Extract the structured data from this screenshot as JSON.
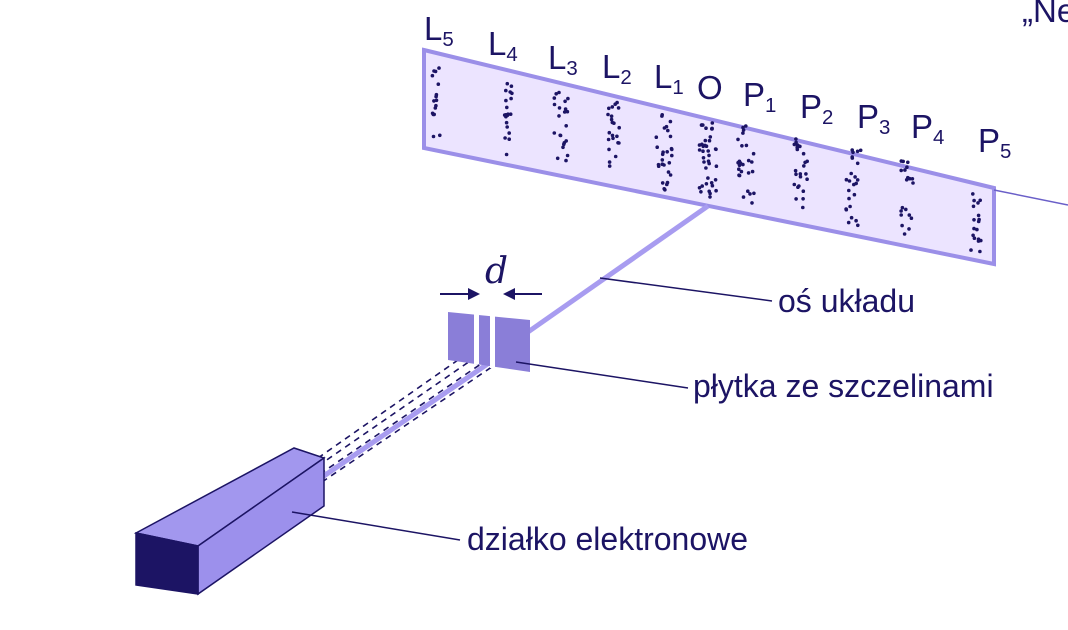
{
  "corner_text": "„Ne",
  "positions": [
    {
      "letter": "L",
      "index": "5"
    },
    {
      "letter": "L",
      "index": "4"
    },
    {
      "letter": "L",
      "index": "3"
    },
    {
      "letter": "L",
      "index": "2"
    },
    {
      "letter": "L",
      "index": "1"
    },
    {
      "letter": "O",
      "index": ""
    },
    {
      "letter": "P",
      "index": "1"
    },
    {
      "letter": "P",
      "index": "2"
    },
    {
      "letter": "P",
      "index": "3"
    },
    {
      "letter": "P",
      "index": "4"
    },
    {
      "letter": "P",
      "index": "5"
    }
  ],
  "slit_label": "d",
  "callouts": {
    "axis": "oś układu",
    "plate": "płytka ze szczelinami",
    "gun": "działko elektronowe"
  },
  "colors": {
    "text": "#1c1464",
    "screen_fill": "#ece4ff",
    "screen_stroke": "#9b8fe8",
    "beam": "#a89cf0",
    "gun_front": "#1c1464",
    "gun_top": "#a297ee",
    "gun_side": "#9c90ec",
    "dots": "#1c1464"
  }
}
